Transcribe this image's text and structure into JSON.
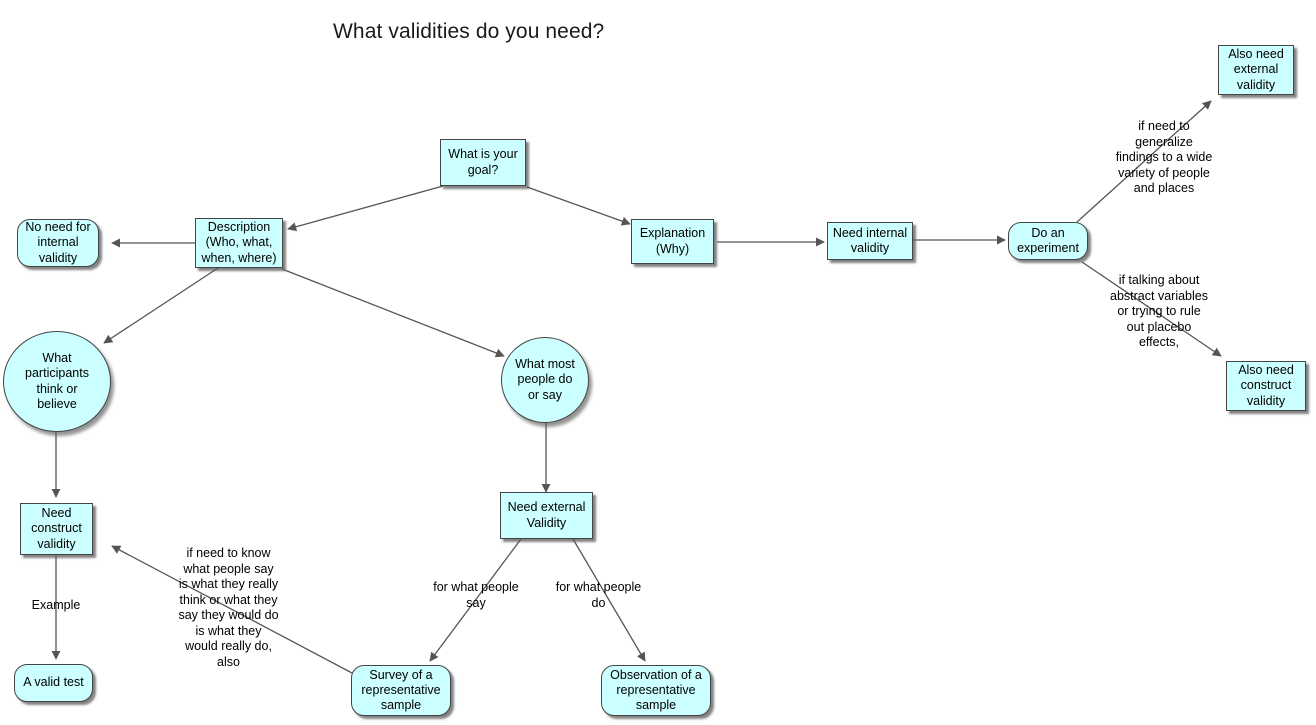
{
  "title": "What validities do you need?",
  "theme": {
    "node_fill": "#ccffff",
    "node_stroke": "#444444",
    "edge_stroke": "#555555",
    "text_color": "#000000",
    "background": "#ffffff"
  },
  "chart_data": {
    "type": "diagram",
    "title": "What validities do you need?",
    "diagram_kind": "decision-flowchart",
    "nodes": [
      {
        "id": "goal",
        "label": "What is your\ngoal?",
        "shape": "rect"
      },
      {
        "id": "description",
        "label": "Description\n(Who, what,\nwhen, where)",
        "shape": "rect"
      },
      {
        "id": "no-need-internal",
        "label": "No need for\ninternal\nvalidity",
        "shape": "rounded-rect"
      },
      {
        "id": "explanation",
        "label": "Explanation\n(Why)",
        "shape": "rect"
      },
      {
        "id": "need-internal",
        "label": "Need internal\nvalidity",
        "shape": "rect"
      },
      {
        "id": "do-experiment",
        "label": "Do an\nexperiment",
        "shape": "rounded-rect"
      },
      {
        "id": "also-external",
        "label": "Also need\nexternal\nvalidity",
        "shape": "rect"
      },
      {
        "id": "also-construct",
        "label": "Also need\nconstruct\nvalidity",
        "shape": "rect"
      },
      {
        "id": "participants-think",
        "label": "What\nparticipants\nthink or\nbelieve",
        "shape": "ellipse"
      },
      {
        "id": "most-people-do",
        "label": "What most\npeople do\nor say",
        "shape": "ellipse"
      },
      {
        "id": "need-construct",
        "label": "Need\nconstruct\nvalidity",
        "shape": "rect"
      },
      {
        "id": "valid-test",
        "label": "A valid test",
        "shape": "rounded-rect"
      },
      {
        "id": "need-external",
        "label": "Need external\nValidity",
        "shape": "rect"
      },
      {
        "id": "survey",
        "label": "Survey of a\nrepresentative\nsample",
        "shape": "rounded-rect"
      },
      {
        "id": "observation",
        "label": "Observation of a\nrepresentative\nsample",
        "shape": "rounded-rect"
      }
    ],
    "edges": [
      {
        "from": "goal",
        "to": "description",
        "label": ""
      },
      {
        "from": "goal",
        "to": "explanation",
        "label": ""
      },
      {
        "from": "description",
        "to": "no-need-internal",
        "label": ""
      },
      {
        "from": "description",
        "to": "participants-think",
        "label": ""
      },
      {
        "from": "description",
        "to": "most-people-do",
        "label": ""
      },
      {
        "from": "explanation",
        "to": "need-internal",
        "label": ""
      },
      {
        "from": "need-internal",
        "to": "do-experiment",
        "label": ""
      },
      {
        "from": "do-experiment",
        "to": "also-external",
        "label": "if need to\ngeneralize\nfindings to a wide\nvariety of people\nand places"
      },
      {
        "from": "do-experiment",
        "to": "also-construct",
        "label": "if talking about\nabstract variables\nor trying to rule\nout placebo\neffects,"
      },
      {
        "from": "participants-think",
        "to": "need-construct",
        "label": ""
      },
      {
        "from": "need-construct",
        "to": "valid-test",
        "label": "Example"
      },
      {
        "from": "most-people-do",
        "to": "need-external",
        "label": ""
      },
      {
        "from": "need-external",
        "to": "survey",
        "label": "for what people\nsay"
      },
      {
        "from": "need-external",
        "to": "observation",
        "label": "for what people\ndo"
      },
      {
        "from": "survey",
        "to": "need-construct",
        "label": "if need to know\nwhat people say\nis what they really\nthink or what they\nsay they would do\nis what they\nwould really do,\nalso"
      }
    ]
  },
  "nodes": {
    "goal": "What is your\ngoal?",
    "description": "Description\n(Who, what,\nwhen, where)",
    "no_need_internal": "No need for\ninternal\nvalidity",
    "explanation": "Explanation\n(Why)",
    "need_internal": "Need internal\nvalidity",
    "do_experiment": "Do an\nexperiment",
    "also_external": "Also need\nexternal\nvalidity",
    "also_construct": "Also need\nconstruct\nvalidity",
    "participants_think": "What\nparticipants\nthink or\nbelieve",
    "most_people_do": "What most\npeople do\nor say",
    "need_construct": "Need\nconstruct\nvalidity",
    "valid_test": "A valid test",
    "need_external": "Need external\nValidity",
    "survey": "Survey of a\nrepresentative\nsample",
    "observation": "Observation of a\nrepresentative\nsample"
  },
  "edge_labels": {
    "generalize": "if need to\ngeneralize\nfindings to a wide\nvariety of people\nand places",
    "abstract": "if talking about\nabstract variables\nor trying to rule\nout placebo\neffects,",
    "example": "Example",
    "for_people_say": "for what people\nsay",
    "for_people_do": "for what people\ndo",
    "need_to_know": "if need to know\nwhat people say\nis what they really\nthink or what they\nsay they would do\nis what they\nwould really do,\nalso"
  }
}
